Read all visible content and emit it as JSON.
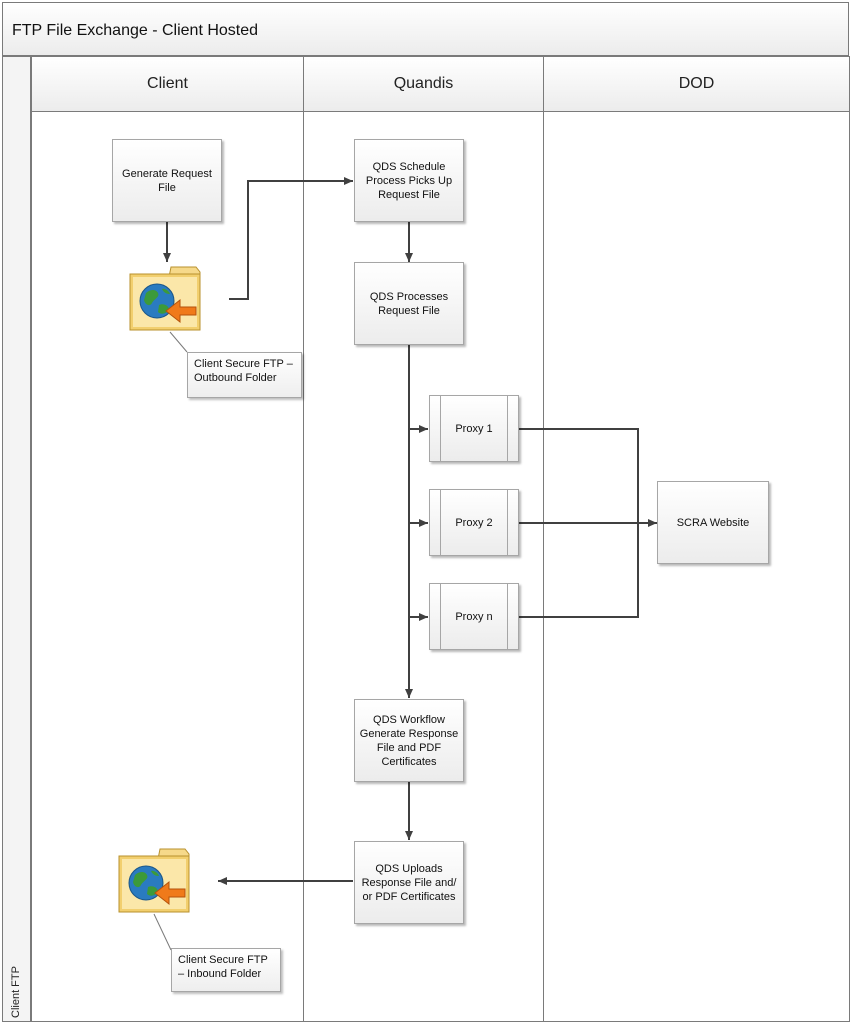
{
  "title": "FTP File Exchange - Client Hosted",
  "pool_label": "Client FTP",
  "lanes": [
    "Client",
    "Quandis",
    "DOD"
  ],
  "nodes": {
    "generate_request": "Generate Request File",
    "schedule_pickup": "QDS Schedule Process Picks Up Request File",
    "processes_request": "QDS Processes Request File",
    "proxy_1": "Proxy 1",
    "proxy_2": "Proxy 2",
    "proxy_n": "Proxy n",
    "scra_website": "SCRA Website",
    "workflow_generate": "QDS Workflow Generate Response File and PDF Certificates",
    "uploads_response": "QDS Uploads Response File and/ or PDF Certificates"
  },
  "callouts": {
    "outbound": "Client Secure FTP – Outbound Folder",
    "inbound": "Client Secure FTP – Inbound Folder"
  },
  "icons": {
    "outbound_folder": "ftp-outbound-folder-icon",
    "inbound_folder": "ftp-inbound-folder-icon"
  },
  "colors": {
    "line": "#404040",
    "border": "#7a7a7a",
    "folder": "#f2cf6e",
    "arrow_orange": "#f07a1a",
    "globe_blue": "#2a7bc0",
    "globe_green": "#3c9a3a"
  }
}
